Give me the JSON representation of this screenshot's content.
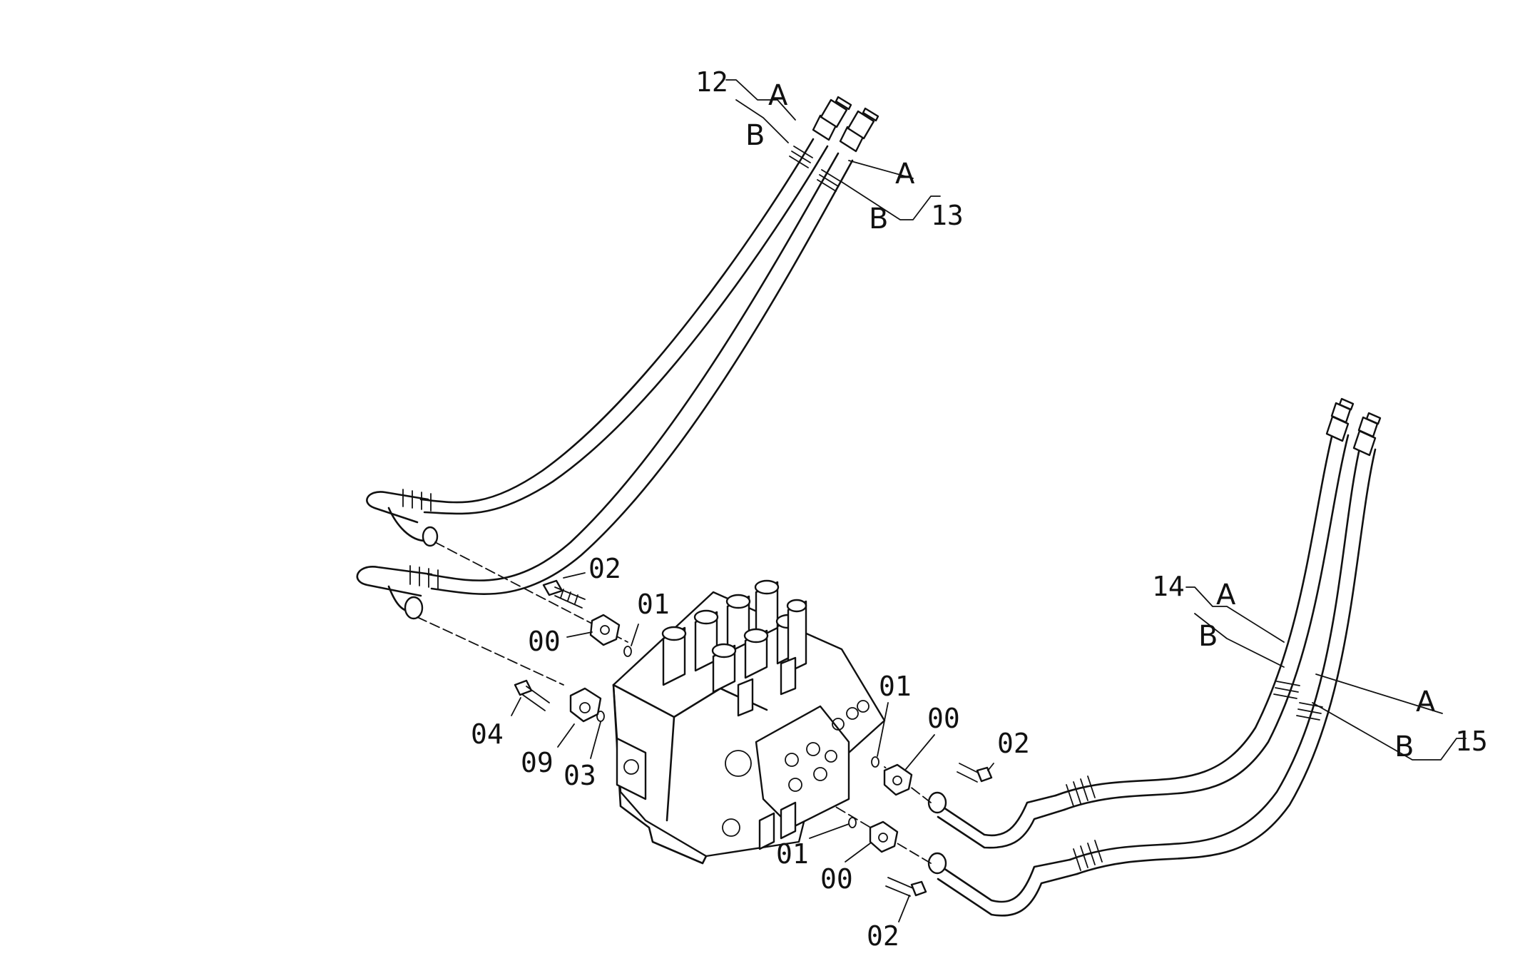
{
  "labels": {
    "callout_12": "12",
    "callout_12_a": "A",
    "callout_12_b": "B",
    "callout_13": "13",
    "callout_13_a": "A",
    "callout_13_b": "B",
    "callout_14": "14",
    "callout_14_a": "A",
    "callout_14_b": "B",
    "callout_15": "15",
    "callout_15_a": "A",
    "callout_15_b": "B",
    "part_02_top": "02",
    "part_01_top": "01",
    "part_00_left": "00",
    "part_04": "04",
    "part_09": "09",
    "part_03": "03",
    "part_01_right": "01",
    "part_00_right": "00",
    "part_02_right": "02",
    "part_01_bottom": "01",
    "part_00_bottom": "00",
    "part_02_bottom": "02"
  },
  "colors": {
    "line": "#111111",
    "background": "#ffffff"
  }
}
